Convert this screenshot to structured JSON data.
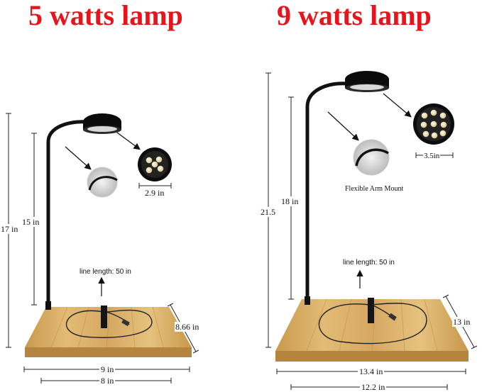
{
  "products": [
    {
      "title": "5 watts lamp",
      "dimensions": {
        "total_height": "17 in",
        "arm_height": "15 in",
        "lamp_head": "2.9 in",
        "base_depth": "8.66 in",
        "base_width": "9 in",
        "base_width_inner": "8 in",
        "cable": "line length: 50 in"
      },
      "led_count": 5
    },
    {
      "title": "9 watts lamp",
      "dimensions": {
        "total_height": "21.5",
        "arm_height": "18 in",
        "lamp_head": "3.5in",
        "base_depth": "13 in",
        "base_width": "13.4 in",
        "base_width_inner": "12.2 in",
        "cable": "line length: 50 in"
      },
      "annotation": "Flexible Arm Mount",
      "led_count": 9
    }
  ],
  "colors": {
    "title": "#e8141c",
    "bamboo": "#d9b06a",
    "lamp": "#111111"
  }
}
